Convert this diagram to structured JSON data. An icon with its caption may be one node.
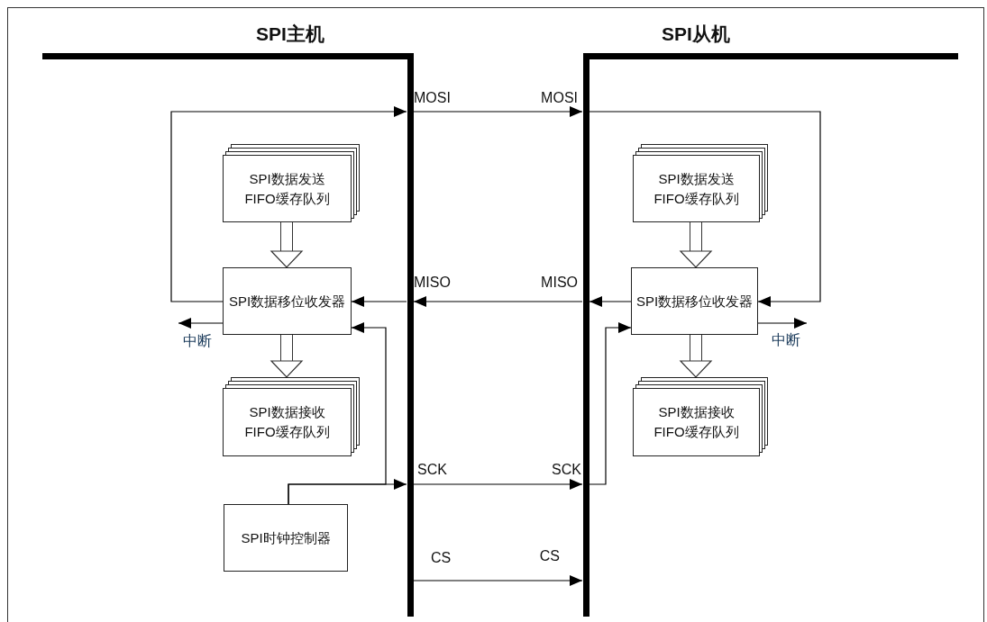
{
  "diagram": {
    "nodes": [
      {
        "text": [],
        "shape": "bar"
      },
      {
        "text": [],
        "shape": "bar"
      },
      {
        "text": [
          "SPI数据发送 FIFO缓存队列"
        ]
      },
      {
        "text": [
          "SPI数据移位收发器"
        ]
      },
      {
        "text": [
          "SPI数据接收 FIFO缓存队列"
        ]
      },
      {
        "text": [
          "SPI时钟控制器"
        ]
      },
      {
        "text": [
          "SPI数据发送 FIFO缓存队列"
        ]
      },
      {
        "text": [
          "SPI数据移位收发器"
        ]
      },
      {
        "text": [
          "SPI数据接收 FIFO缓存队列"
        ]
      }
    ],
    "edges": [
      {
        "from": 3,
        "to": 0,
        "arrow": "to"
      },
      {
        "from": 0,
        "to": 1,
        "arrow": "to"
      },
      {
        "from": 1,
        "to": 7,
        "arrow": "to"
      },
      {
        "from": 7,
        "to": 1,
        "arrow": "to"
      },
      {
        "from": 1,
        "to": 0,
        "arrow": "to"
      },
      {
        "from": 0,
        "to": 3,
        "arrow": "to"
      },
      {
        "from": 5,
        "to": 0,
        "arrow": "to"
      },
      {
        "from": 5,
        "to": 3,
        "arrow": "to"
      },
      {
        "from": 0,
        "to": 1,
        "arrow": "to"
      },
      {
        "from": 1,
        "to": 7,
        "arrow": "to"
      },
      {
        "from": 0,
        "to": 1,
        "arrow": "to"
      },
      {
        "from": 2,
        "to": 3,
        "arrow": "to",
        "style": "thick"
      },
      {
        "from": 3,
        "to": 4,
        "arrow": "to",
        "style": "thick"
      },
      {
        "from": 6,
        "to": 7,
        "arrow": "to",
        "style": "thick"
      },
      {
        "from": 7,
        "to": 8,
        "arrow": "to",
        "style": "thick"
      },
      {
        "from": 3,
        "to": null,
        "arrow": "to",
        "label": "中断"
      },
      {
        "from": 7,
        "to": null,
        "arrow": "to",
        "label": "中断"
      }
    ],
    "labels": [
      "SPI主机",
      "SPI从机",
      "MOSI",
      "MOSI",
      "MISO",
      "MISO",
      "SCK",
      "SCK",
      "CS",
      "CS"
    ]
  }
}
